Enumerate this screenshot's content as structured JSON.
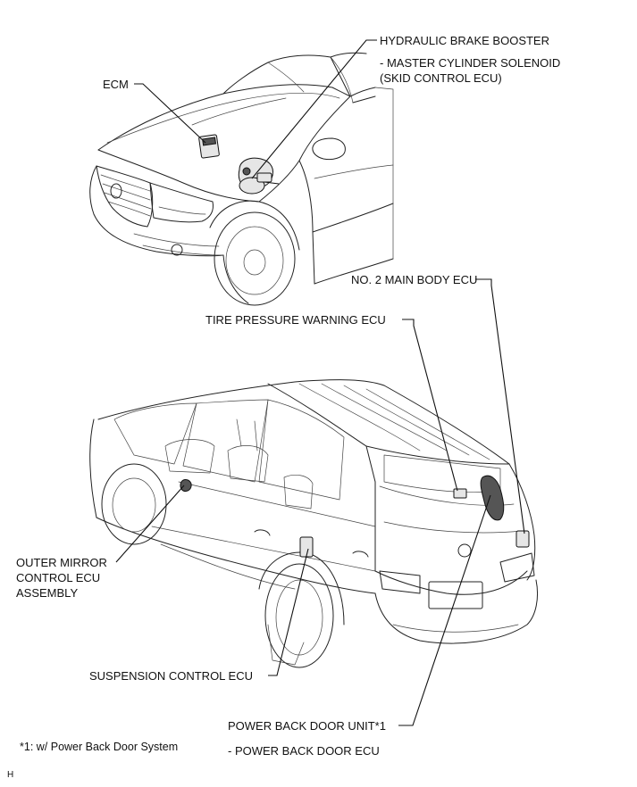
{
  "labels": {
    "ecm": "ECM",
    "hydraulic_brake_booster": "HYDRAULIC BRAKE BOOSTER",
    "master_cylinder_solenoid": "- MASTER CYLINDER SOLENOID\n(SKID CONTROL ECU)",
    "no2_main_body_ecu": "NO. 2 MAIN BODY ECU",
    "tire_pressure_warning_ecu": "TIRE PRESSURE WARNING ECU",
    "outer_mirror_control_ecu": "OUTER MIRROR\nCONTROL ECU\nASSEMBLY",
    "suspension_control_ecu": "SUSPENSION CONTROL ECU",
    "power_back_door_unit": "POWER BACK DOOR UNIT*1",
    "power_back_door_ecu": "- POWER BACK DOOR ECU"
  },
  "footnote": "*1: w/ Power Back Door System",
  "corner_mark": "H",
  "icons": {
    "front_vehicle": "suv-front-3q-line-drawing",
    "rear_vehicle": "suv-rear-3q-cutaway-line-drawing"
  }
}
